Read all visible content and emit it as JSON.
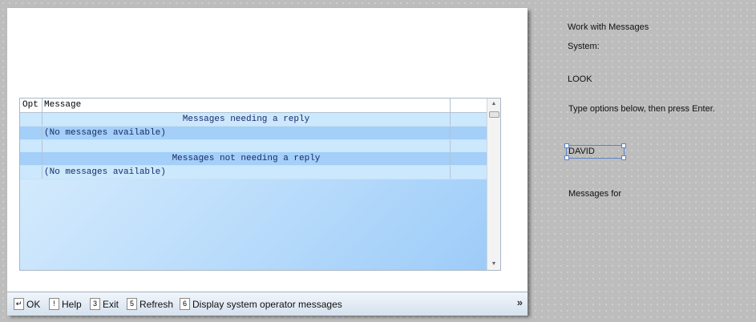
{
  "grid": {
    "headers": {
      "opt": "Opt",
      "message": "Message"
    },
    "rows": [
      {
        "type": "section",
        "text": "Messages needing a reply"
      },
      {
        "type": "item",
        "text": "(No messages available)"
      },
      {
        "type": "blank",
        "text": ""
      },
      {
        "type": "section",
        "text": "Messages not needing a reply"
      },
      {
        "type": "item",
        "text": "(No messages available)"
      }
    ]
  },
  "function_keys": [
    {
      "key": "↵",
      "label": "OK"
    },
    {
      "key": "!",
      "label": "Help"
    },
    {
      "key": "3",
      "label": "Exit"
    },
    {
      "key": "5",
      "label": "Refresh"
    },
    {
      "key": "6",
      "label": "Display system operator messages"
    }
  ],
  "more_label": "»",
  "side": {
    "title": "Work with Messages",
    "system_label": "System:",
    "look": "LOOK",
    "instructions": "Type options below, then press Enter.",
    "user": "DAVID",
    "messages_for": "Messages for"
  },
  "icons": {
    "scroll_up": "triangle-up-icon",
    "scroll_down": "triangle-down-icon"
  }
}
